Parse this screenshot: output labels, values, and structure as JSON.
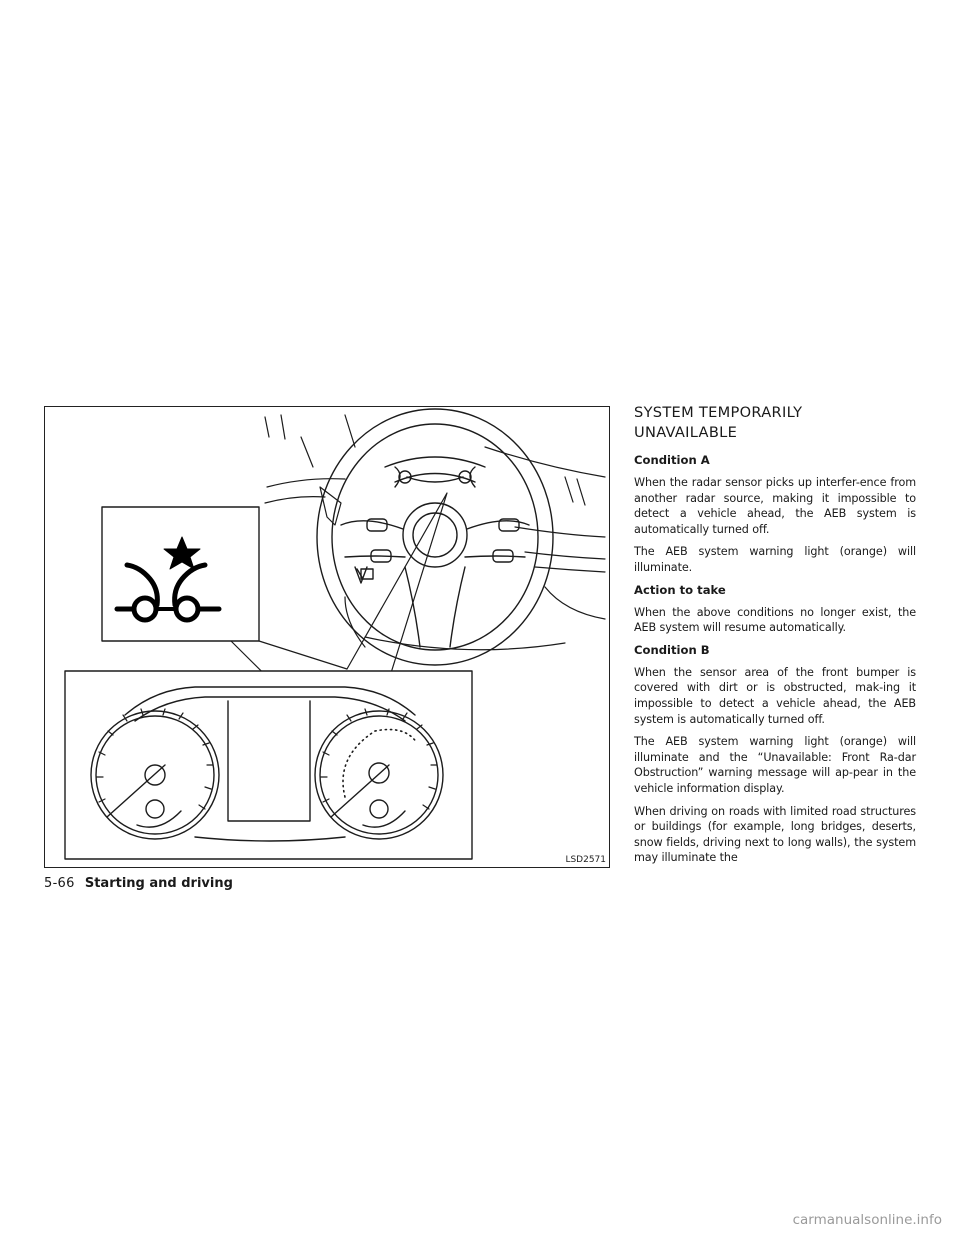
{
  "figure": {
    "code": "LSD2571"
  },
  "section": {
    "heading": "SYSTEM TEMPORARILY\nUNAVAILABLE",
    "blocks": [
      {
        "type": "sub",
        "text": "Condition A"
      },
      {
        "type": "p",
        "text": "When the radar sensor picks up interfer-ence from another radar source, making it impossible to detect a vehicle ahead, the AEB system is automatically turned off."
      },
      {
        "type": "p",
        "text": "The AEB system warning light (orange) will illuminate."
      },
      {
        "type": "sub",
        "text": "Action to take"
      },
      {
        "type": "p",
        "text": "When the above conditions no longer exist, the AEB system will resume automatically."
      },
      {
        "type": "sub",
        "text": "Condition B"
      },
      {
        "type": "p",
        "text": "When the sensor area of the front bumper is covered with dirt or is obstructed, mak-ing it impossible to detect a vehicle ahead, the AEB system is automatically turned off."
      },
      {
        "type": "p",
        "text": "The AEB system warning light (orange) will illuminate and the “Unavailable: Front Ra-dar Obstruction” warning message will ap-pear in the vehicle information display."
      },
      {
        "type": "p",
        "text": "When driving on roads with limited road structures or buildings (for example, long bridges, deserts, snow fields, driving next to long walls), the system may illuminate the"
      }
    ]
  },
  "footer": {
    "page_number": "5-66",
    "section_title": "Starting and driving"
  },
  "watermark": "carmanualsonline.info"
}
